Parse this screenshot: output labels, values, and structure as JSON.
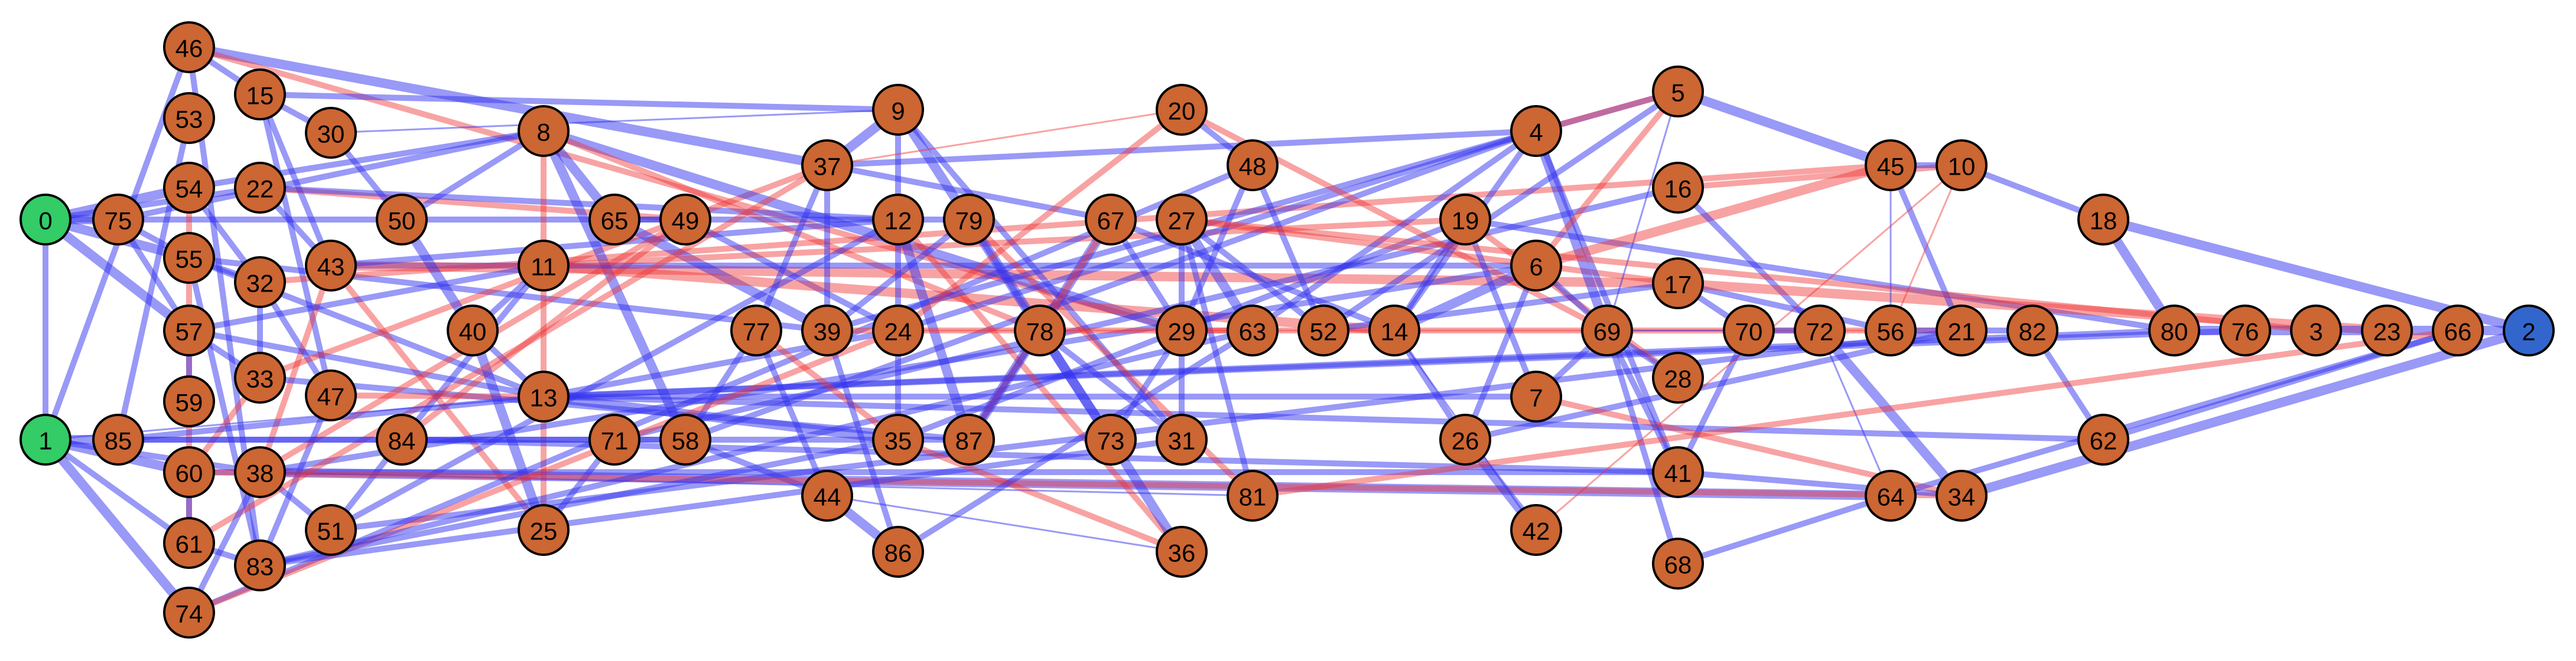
{
  "colors": {
    "background": "#ffffff",
    "edge_positive": "#3434f0",
    "edge_negative": "#f03434",
    "node_default": "#cc6633",
    "node_source": "#33cc66",
    "node_sink": "#3366cc",
    "node_stroke": "#000000"
  },
  "graph": {
    "nodes": [
      {
        "id": "0",
        "group": "source"
      },
      {
        "id": "1",
        "group": "source"
      },
      {
        "id": "2",
        "group": "sink"
      },
      {
        "id": "3"
      },
      {
        "id": "4"
      },
      {
        "id": "5"
      },
      {
        "id": "6"
      },
      {
        "id": "7"
      },
      {
        "id": "8"
      },
      {
        "id": "9"
      },
      {
        "id": "10"
      },
      {
        "id": "11"
      },
      {
        "id": "12"
      },
      {
        "id": "13"
      },
      {
        "id": "14"
      },
      {
        "id": "15"
      },
      {
        "id": "16"
      },
      {
        "id": "17"
      },
      {
        "id": "18"
      },
      {
        "id": "19"
      },
      {
        "id": "20"
      },
      {
        "id": "21"
      },
      {
        "id": "22"
      },
      {
        "id": "23"
      },
      {
        "id": "24"
      },
      {
        "id": "25"
      },
      {
        "id": "26"
      },
      {
        "id": "27"
      },
      {
        "id": "28"
      },
      {
        "id": "29"
      },
      {
        "id": "30"
      },
      {
        "id": "31"
      },
      {
        "id": "32"
      },
      {
        "id": "33"
      },
      {
        "id": "34"
      },
      {
        "id": "35"
      },
      {
        "id": "36"
      },
      {
        "id": "37"
      },
      {
        "id": "38"
      },
      {
        "id": "39"
      },
      {
        "id": "40"
      },
      {
        "id": "41"
      },
      {
        "id": "42"
      },
      {
        "id": "43"
      },
      {
        "id": "44"
      },
      {
        "id": "45"
      },
      {
        "id": "46"
      },
      {
        "id": "47"
      },
      {
        "id": "48"
      },
      {
        "id": "49"
      },
      {
        "id": "50"
      },
      {
        "id": "51"
      },
      {
        "id": "52"
      },
      {
        "id": "53"
      },
      {
        "id": "54"
      },
      {
        "id": "55"
      },
      {
        "id": "56"
      },
      {
        "id": "57"
      },
      {
        "id": "58"
      },
      {
        "id": "59"
      },
      {
        "id": "60"
      },
      {
        "id": "61"
      },
      {
        "id": "62"
      },
      {
        "id": "63"
      },
      {
        "id": "64"
      },
      {
        "id": "65"
      },
      {
        "id": "66"
      },
      {
        "id": "67"
      },
      {
        "id": "68"
      },
      {
        "id": "69"
      },
      {
        "id": "70"
      },
      {
        "id": "71"
      },
      {
        "id": "72"
      },
      {
        "id": "73"
      },
      {
        "id": "74"
      },
      {
        "id": "75"
      },
      {
        "id": "76"
      },
      {
        "id": "77"
      },
      {
        "id": "78"
      },
      {
        "id": "79"
      },
      {
        "id": "80"
      },
      {
        "id": "81"
      },
      {
        "id": "82"
      },
      {
        "id": "83"
      },
      {
        "id": "84"
      },
      {
        "id": "85"
      },
      {
        "id": "86"
      },
      {
        "id": "87"
      }
    ],
    "edges": [
      [
        "0",
        "75",
        "pos",
        3
      ],
      [
        "0",
        "54",
        "pos",
        3
      ],
      [
        "0",
        "55",
        "pos",
        3
      ],
      [
        "0",
        "57",
        "pos",
        3
      ],
      [
        "0",
        "1",
        "pos",
        2
      ],
      [
        "0",
        "65",
        "pos",
        2
      ],
      [
        "0",
        "22",
        "pos",
        2
      ],
      [
        "1",
        "85",
        "pos",
        3
      ],
      [
        "1",
        "60",
        "pos",
        3
      ],
      [
        "1",
        "61",
        "pos",
        2
      ],
      [
        "1",
        "74",
        "pos",
        3
      ],
      [
        "1",
        "38",
        "pos",
        2
      ],
      [
        "1",
        "46",
        "pos",
        2
      ],
      [
        "1",
        "13",
        "pos",
        1
      ],
      [
        "46",
        "15",
        "pos",
        2
      ],
      [
        "46",
        "37",
        "pos",
        3
      ],
      [
        "46",
        "29",
        "neg",
        2
      ],
      [
        "46",
        "83",
        "pos",
        2
      ],
      [
        "15",
        "30",
        "pos",
        2
      ],
      [
        "15",
        "43",
        "pos",
        2
      ],
      [
        "15",
        "47",
        "pos",
        2
      ],
      [
        "15",
        "9",
        "pos",
        2
      ],
      [
        "53",
        "85",
        "pos",
        2
      ],
      [
        "54",
        "32",
        "pos",
        2
      ],
      [
        "54",
        "8",
        "pos",
        2
      ],
      [
        "54",
        "61",
        "neg",
        2
      ],
      [
        "22",
        "49",
        "neg",
        2
      ],
      [
        "22",
        "12",
        "pos",
        2
      ],
      [
        "22",
        "43",
        "pos",
        2
      ],
      [
        "75",
        "8",
        "pos",
        2
      ],
      [
        "75",
        "57",
        "pos",
        2
      ],
      [
        "75",
        "55",
        "pos",
        2
      ],
      [
        "55",
        "32",
        "pos",
        2
      ],
      [
        "55",
        "13",
        "pos",
        2
      ],
      [
        "55",
        "83",
        "pos",
        2
      ],
      [
        "55",
        "39",
        "pos",
        2
      ],
      [
        "32",
        "33",
        "pos",
        2
      ],
      [
        "32",
        "47",
        "pos",
        2
      ],
      [
        "32",
        "45",
        "neg",
        2
      ],
      [
        "43",
        "11",
        "pos",
        2
      ],
      [
        "43",
        "17",
        "neg",
        3
      ],
      [
        "43",
        "38",
        "neg",
        2
      ],
      [
        "43",
        "25",
        "neg",
        2
      ],
      [
        "43",
        "12",
        "pos",
        2
      ],
      [
        "57",
        "59",
        "pos",
        2
      ],
      [
        "57",
        "33",
        "pos",
        2
      ],
      [
        "57",
        "13",
        "pos",
        2
      ],
      [
        "57",
        "11",
        "pos",
        2
      ],
      [
        "33",
        "87",
        "pos",
        2
      ],
      [
        "33",
        "37",
        "neg",
        2
      ],
      [
        "33",
        "60",
        "neg",
        2
      ],
      [
        "47",
        "13",
        "neg",
        2
      ],
      [
        "47",
        "83",
        "pos",
        2
      ],
      [
        "30",
        "50",
        "pos",
        2
      ],
      [
        "30",
        "9",
        "pos",
        1
      ],
      [
        "50",
        "40",
        "pos",
        3
      ],
      [
        "50",
        "8",
        "pos",
        2
      ],
      [
        "8",
        "65",
        "pos",
        3
      ],
      [
        "8",
        "58",
        "pos",
        3
      ],
      [
        "8",
        "29",
        "pos",
        3
      ],
      [
        "8",
        "78",
        "neg",
        2
      ],
      [
        "8",
        "25",
        "neg",
        2
      ],
      [
        "65",
        "49",
        "pos",
        2
      ],
      [
        "65",
        "39",
        "pos",
        3
      ],
      [
        "65",
        "12",
        "pos",
        2
      ],
      [
        "49",
        "24",
        "pos",
        2
      ],
      [
        "49",
        "38",
        "neg",
        2
      ],
      [
        "49",
        "84",
        "neg",
        2
      ],
      [
        "11",
        "40",
        "pos",
        2
      ],
      [
        "11",
        "14",
        "neg",
        3
      ],
      [
        "11",
        "84",
        "pos",
        2
      ],
      [
        "11",
        "6",
        "pos",
        2
      ],
      [
        "11",
        "19",
        "neg",
        2
      ],
      [
        "40",
        "25",
        "pos",
        3
      ],
      [
        "40",
        "13",
        "pos",
        2
      ],
      [
        "13",
        "35",
        "pos",
        3
      ],
      [
        "13",
        "7",
        "pos",
        2
      ],
      [
        "13",
        "62",
        "pos",
        2
      ],
      [
        "13",
        "24",
        "pos",
        2
      ],
      [
        "13",
        "80",
        "pos",
        2
      ],
      [
        "13",
        "76",
        "pos",
        2
      ],
      [
        "84",
        "51",
        "pos",
        2
      ],
      [
        "84",
        "41",
        "pos",
        2
      ],
      [
        "71",
        "25",
        "pos",
        2
      ],
      [
        "71",
        "16",
        "pos",
        2
      ],
      [
        "58",
        "4",
        "pos",
        2
      ],
      [
        "58",
        "44",
        "pos",
        2
      ],
      [
        "58",
        "77",
        "pos",
        2
      ],
      [
        "38",
        "51",
        "pos",
        2
      ],
      [
        "38",
        "6",
        "pos",
        2
      ],
      [
        "38",
        "81",
        "pos",
        1
      ],
      [
        "38",
        "64",
        "pos",
        3
      ],
      [
        "51",
        "12",
        "pos",
        2
      ],
      [
        "51",
        "21",
        "pos",
        2
      ],
      [
        "60",
        "61",
        "pos",
        2
      ],
      [
        "60",
        "41",
        "pos",
        2
      ],
      [
        "60",
        "34",
        "neg",
        2
      ],
      [
        "61",
        "83",
        "pos",
        2
      ],
      [
        "61",
        "37",
        "neg",
        2
      ],
      [
        "74",
        "38",
        "pos",
        2
      ],
      [
        "74",
        "48",
        "pos",
        2
      ],
      [
        "74",
        "24",
        "neg",
        2
      ],
      [
        "83",
        "35",
        "pos",
        2
      ],
      [
        "83",
        "63",
        "pos",
        2
      ],
      [
        "83",
        "31",
        "pos",
        2
      ],
      [
        "85",
        "13",
        "pos",
        2
      ],
      [
        "85",
        "58",
        "pos",
        2
      ],
      [
        "85",
        "35",
        "pos",
        2
      ],
      [
        "9",
        "37",
        "pos",
        3
      ],
      [
        "9",
        "12",
        "pos",
        2
      ],
      [
        "9",
        "73",
        "pos",
        3
      ],
      [
        "9",
        "31",
        "pos",
        2
      ],
      [
        "37",
        "77",
        "pos",
        2
      ],
      [
        "37",
        "39",
        "pos",
        2
      ],
      [
        "37",
        "4",
        "pos",
        2
      ],
      [
        "37",
        "67",
        "pos",
        2
      ],
      [
        "37",
        "20",
        "neg",
        1
      ],
      [
        "12",
        "24",
        "pos",
        2
      ],
      [
        "12",
        "87",
        "pos",
        3
      ],
      [
        "12",
        "79",
        "pos",
        2
      ],
      [
        "12",
        "36",
        "neg",
        2
      ],
      [
        "79",
        "39",
        "pos",
        2
      ],
      [
        "79",
        "78",
        "pos",
        2
      ],
      [
        "79",
        "81",
        "neg",
        2
      ],
      [
        "77",
        "44",
        "pos",
        2
      ],
      [
        "77",
        "35",
        "neg",
        2
      ],
      [
        "39",
        "86",
        "pos",
        2
      ],
      [
        "39",
        "21",
        "neg",
        2
      ],
      [
        "39",
        "5",
        "pos",
        2
      ],
      [
        "24",
        "35",
        "pos",
        2
      ],
      [
        "24",
        "4",
        "pos",
        2
      ],
      [
        "24",
        "56",
        "neg",
        1
      ],
      [
        "35",
        "87",
        "pos",
        2
      ],
      [
        "35",
        "36",
        "neg",
        2
      ],
      [
        "35",
        "19",
        "pos",
        2
      ],
      [
        "44",
        "86",
        "pos",
        3
      ],
      [
        "44",
        "36",
        "pos",
        1
      ],
      [
        "20",
        "48",
        "pos",
        2
      ],
      [
        "20",
        "69",
        "neg",
        2
      ],
      [
        "20",
        "24",
        "neg",
        2
      ],
      [
        "48",
        "52",
        "pos",
        2
      ],
      [
        "48",
        "29",
        "pos",
        2
      ],
      [
        "67",
        "29",
        "pos",
        2
      ],
      [
        "67",
        "14",
        "pos",
        2
      ],
      [
        "67",
        "87",
        "pos",
        3
      ],
      [
        "67",
        "87",
        "neg",
        2
      ],
      [
        "27",
        "81",
        "pos",
        2
      ],
      [
        "27",
        "52",
        "pos",
        2
      ],
      [
        "27",
        "63",
        "pos",
        3
      ],
      [
        "27",
        "31",
        "pos",
        2
      ],
      [
        "27",
        "17",
        "neg",
        2
      ],
      [
        "78",
        "73",
        "pos",
        3
      ],
      [
        "78",
        "87",
        "pos",
        2
      ],
      [
        "78",
        "31",
        "pos",
        2
      ],
      [
        "29",
        "73",
        "pos",
        2
      ],
      [
        "29",
        "63",
        "neg",
        2
      ],
      [
        "63",
        "86",
        "pos",
        2
      ],
      [
        "63",
        "4",
        "pos",
        2
      ],
      [
        "73",
        "36",
        "pos",
        3
      ],
      [
        "52",
        "17",
        "pos",
        2
      ],
      [
        "52",
        "5",
        "pos",
        2
      ],
      [
        "4",
        "69",
        "pos",
        3
      ],
      [
        "4",
        "41",
        "pos",
        2
      ],
      [
        "4",
        "14",
        "pos",
        2
      ],
      [
        "4",
        "5",
        "neg",
        2
      ],
      [
        "5",
        "45",
        "pos",
        3
      ],
      [
        "5",
        "6",
        "neg",
        2
      ],
      [
        "5",
        "69",
        "pos",
        1
      ],
      [
        "19",
        "14",
        "pos",
        2
      ],
      [
        "19",
        "7",
        "pos",
        2
      ],
      [
        "19",
        "80",
        "pos",
        2
      ],
      [
        "19",
        "28",
        "neg",
        2
      ],
      [
        "6",
        "14",
        "pos",
        3
      ],
      [
        "6",
        "69",
        "pos",
        2
      ],
      [
        "6",
        "45",
        "neg",
        3
      ],
      [
        "6",
        "26",
        "pos",
        2
      ],
      [
        "14",
        "26",
        "pos",
        2
      ],
      [
        "14",
        "42",
        "pos",
        1
      ],
      [
        "26",
        "42",
        "pos",
        3
      ],
      [
        "26",
        "21",
        "pos",
        2
      ],
      [
        "7",
        "69",
        "pos",
        2
      ],
      [
        "7",
        "34",
        "neg",
        2
      ],
      [
        "16",
        "72",
        "pos",
        2
      ],
      [
        "16",
        "10",
        "neg",
        2
      ],
      [
        "17",
        "70",
        "pos",
        2
      ],
      [
        "17",
        "56",
        "pos",
        2
      ],
      [
        "17",
        "23",
        "neg",
        3
      ],
      [
        "69",
        "41",
        "pos",
        2
      ],
      [
        "69",
        "28",
        "pos",
        2
      ],
      [
        "69",
        "68",
        "pos",
        2
      ],
      [
        "69",
        "70",
        "pos",
        1
      ],
      [
        "41",
        "34",
        "pos",
        2
      ],
      [
        "41",
        "70",
        "pos",
        2
      ],
      [
        "68",
        "64",
        "pos",
        2
      ],
      [
        "70",
        "72",
        "pos",
        2
      ],
      [
        "72",
        "34",
        "pos",
        3
      ],
      [
        "72",
        "64",
        "pos",
        1
      ],
      [
        "56",
        "21",
        "pos",
        2
      ],
      [
        "21",
        "82",
        "pos",
        2
      ],
      [
        "82",
        "62",
        "pos",
        2
      ],
      [
        "45",
        "21",
        "pos",
        2
      ],
      [
        "45",
        "10",
        "pos",
        2
      ],
      [
        "45",
        "56",
        "pos",
        1
      ],
      [
        "10",
        "18",
        "pos",
        2
      ],
      [
        "10",
        "56",
        "neg",
        1
      ],
      [
        "18",
        "80",
        "pos",
        3
      ],
      [
        "18",
        "2",
        "pos",
        3
      ],
      [
        "80",
        "76",
        "pos",
        3
      ],
      [
        "76",
        "3",
        "pos",
        3
      ],
      [
        "3",
        "23",
        "pos",
        3
      ],
      [
        "23",
        "66",
        "pos",
        3
      ],
      [
        "66",
        "2",
        "pos",
        3
      ],
      [
        "62",
        "66",
        "pos",
        2
      ],
      [
        "34",
        "2",
        "pos",
        3
      ],
      [
        "64",
        "66",
        "pos",
        2
      ],
      [
        "27",
        "3",
        "neg",
        2
      ],
      [
        "42",
        "10",
        "neg",
        1
      ],
      [
        "81",
        "66",
        "neg",
        2
      ]
    ]
  }
}
